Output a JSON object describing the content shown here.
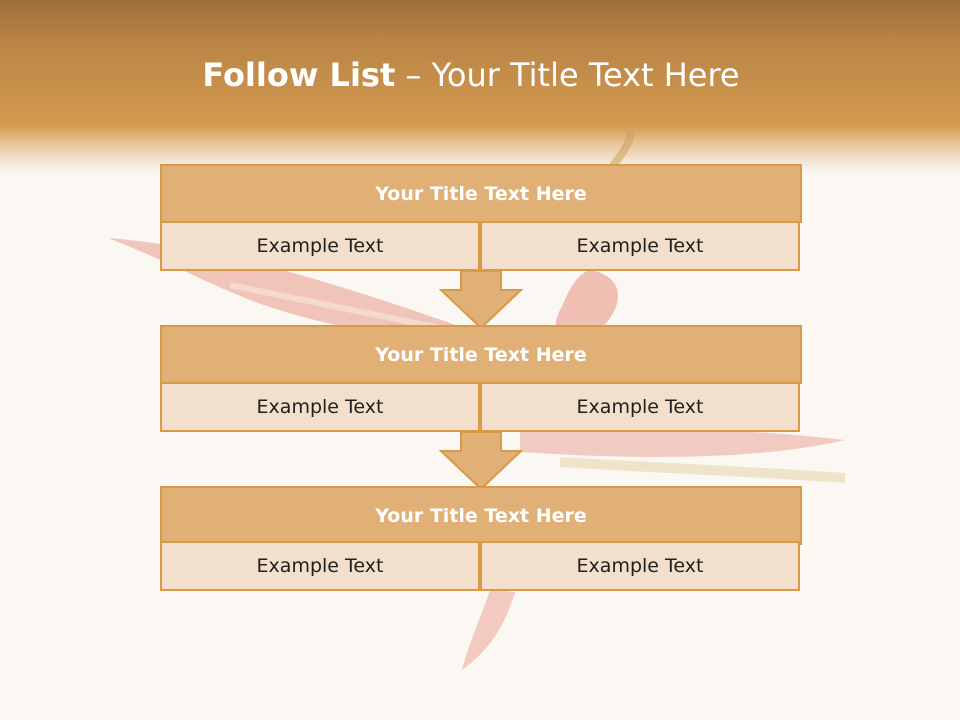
{
  "slide": {
    "title_bold": "Follow List",
    "title_rest": " – Your Title Text Here"
  },
  "steps": [
    {
      "title": "Your Title Text Here",
      "left": "Example Text",
      "right": "Example Text"
    },
    {
      "title": "Your Title Text Here",
      "left": "Example Text",
      "right": "Example Text"
    },
    {
      "title": "Your Title Text Here",
      "left": "Example Text",
      "right": "Example Text"
    }
  ],
  "colors": {
    "header": "#d39a4e",
    "card_header": "#e0b077",
    "card_cell": "#f2e0cd",
    "border": "#d69a48",
    "background": "#fbf8f4"
  }
}
